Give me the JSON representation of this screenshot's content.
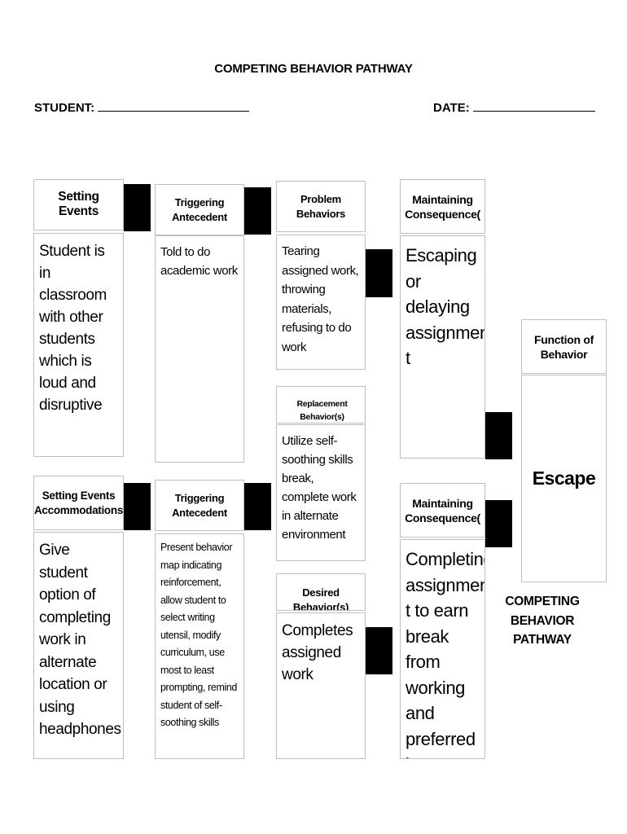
{
  "title": "COMPETING BEHAVIOR PATHWAY",
  "student_label": "STUDENT:",
  "date_label": "DATE:",
  "setting_events": {
    "header": "Setting Events",
    "body": "Student is in classroom with other students which is loud and disruptive"
  },
  "triggering_antecedent": {
    "header": "Triggering Antecedent",
    "body": "Told to do academic work"
  },
  "problem_behaviors": {
    "header": "Problem Behaviors",
    "body": "Tearing assigned work, throwing materials, refusing to do work"
  },
  "maintaining_consequence_1": {
    "header": "Maintaining Consequence(",
    "body": "Escaping or delaying assignmen t"
  },
  "function_of_behavior": {
    "header": "Function of Behavior",
    "body": "Escape"
  },
  "replacement_behaviors": {
    "header": "Replacement Behavior(s)",
    "body": "Utilize self-soothing skills break, complete work in alternate environment"
  },
  "setting_events_accommodations": {
    "header": "Setting Events Accommodations",
    "body": "Give student option of completing work in alternate location or using headphones"
  },
  "triggering_antecedent_2": {
    "header": "Triggering Antecedent",
    "body": "Present behavior map indicating reinforcement, allow student to select writing utensil, modify curriculum, use most to least prompting, remind student of self-soothing skills"
  },
  "desired_behaviors": {
    "header": "Desired Behavior(s)",
    "body": "Completes assigned work"
  },
  "maintaining_consequence_2": {
    "header": "Maintaining Consequence(",
    "body": "Completing assignmen t to earn break from working and preferred items and"
  },
  "side_label": "COMPETING BEHAVIOR PATHWAY"
}
